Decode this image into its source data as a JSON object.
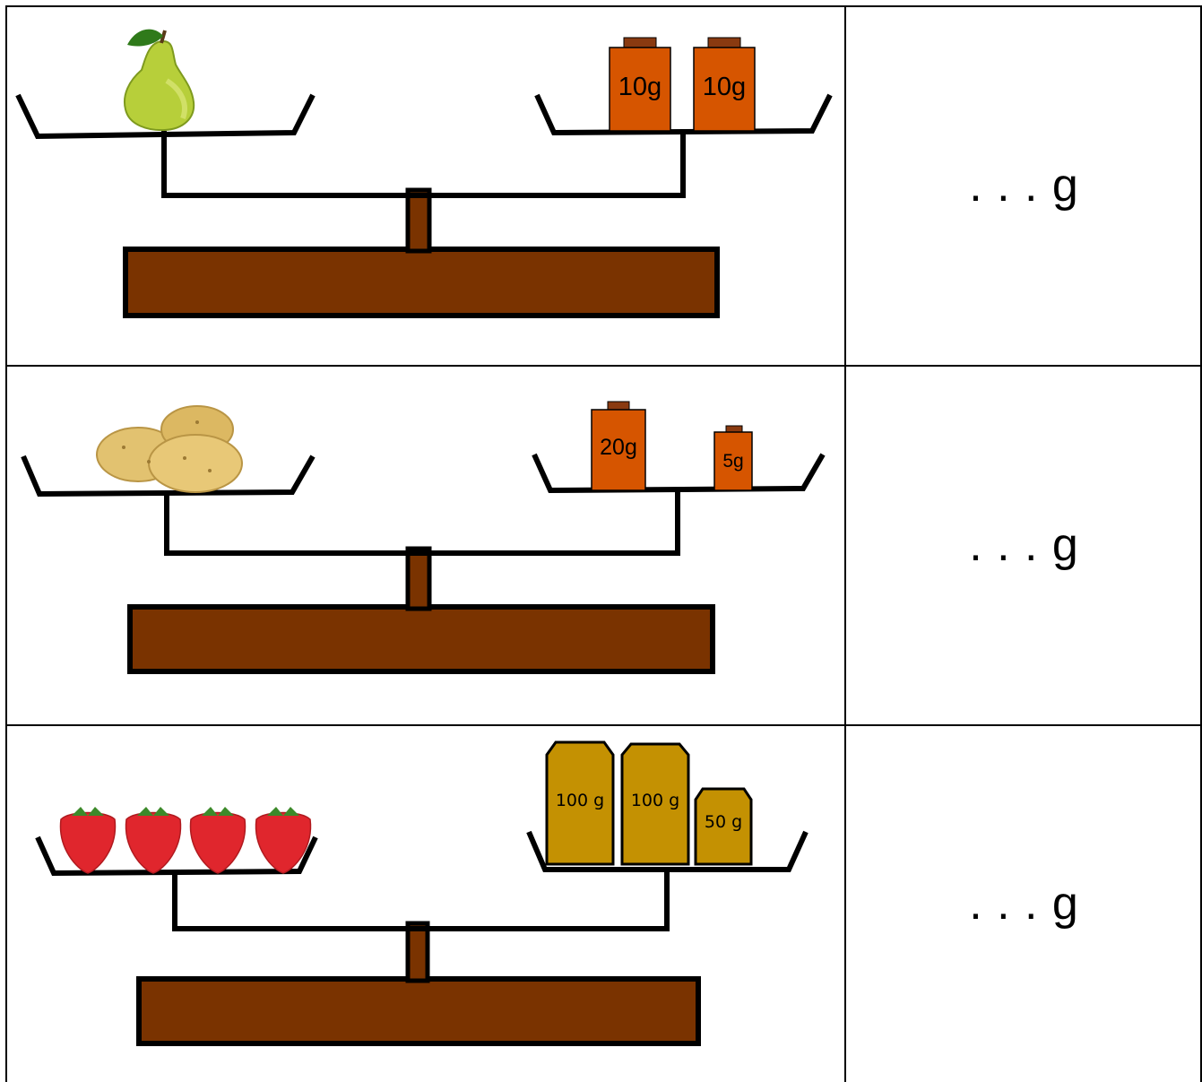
{
  "rows": [
    {
      "item": "pear",
      "weights": [
        "10g",
        "10g"
      ],
      "answer": ". . . g"
    },
    {
      "item": "potatoes",
      "weights": [
        "20g",
        "5g"
      ],
      "answer": ". . . g"
    },
    {
      "item": "strawberries",
      "weights": [
        "100 g",
        "100 g",
        "50 g"
      ],
      "answer": ". . . g"
    }
  ],
  "colors": {
    "scale_base": "#7a3300",
    "weight_orange": "#d65500",
    "weight_gold": "#c49102",
    "weight_cap": "#8a3a10"
  }
}
